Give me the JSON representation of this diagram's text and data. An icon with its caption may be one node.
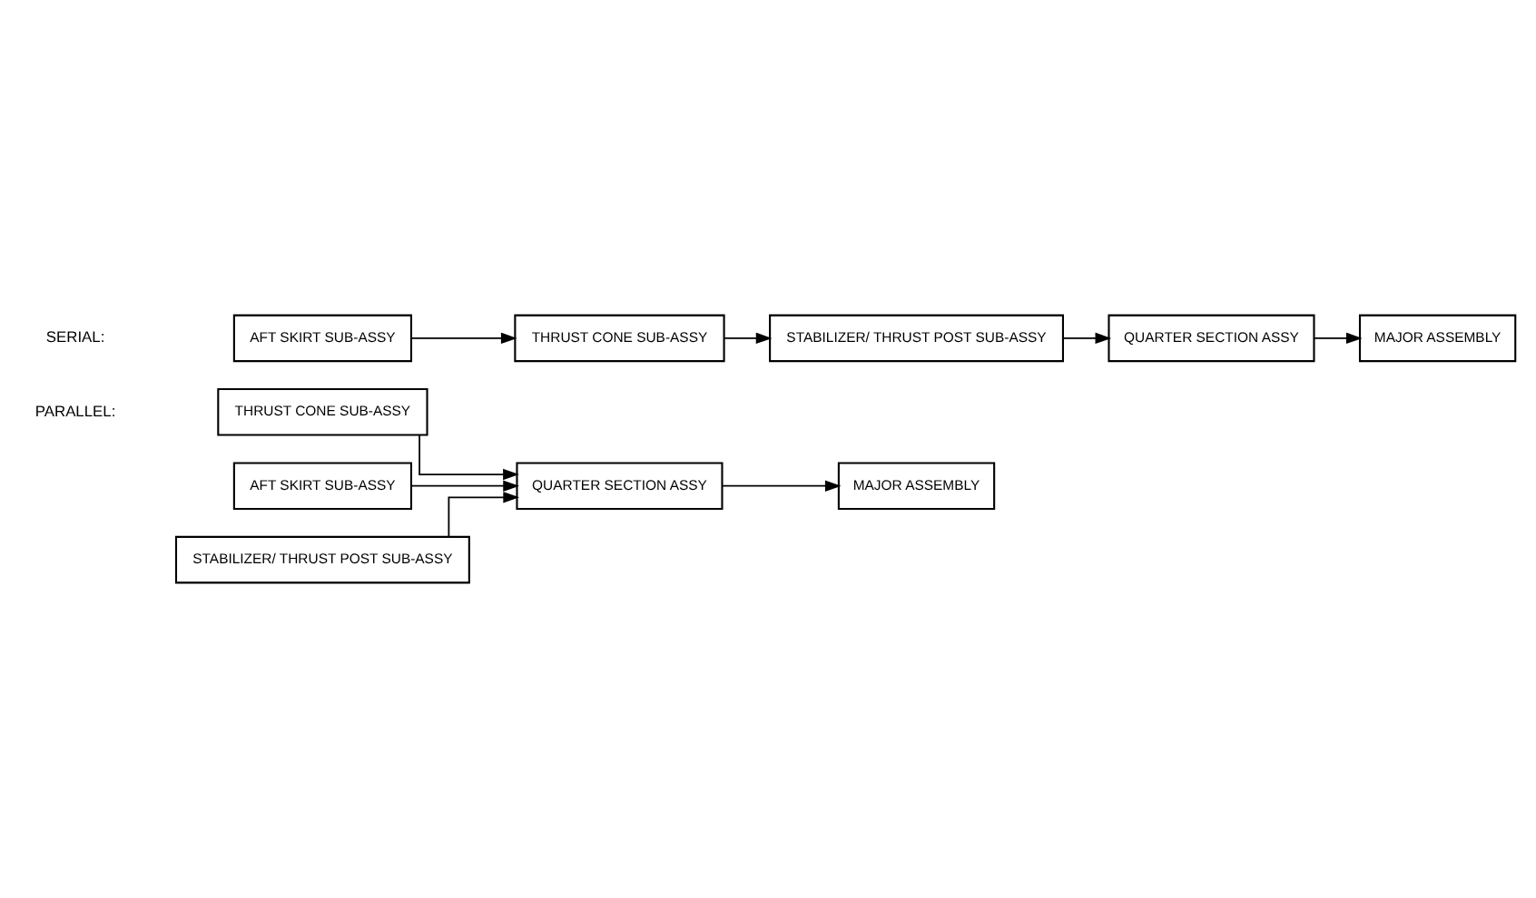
{
  "diagram": {
    "nodes": [
      {
        "text": [
          "AFT SKIRT SUB-ASSY"
        ]
      },
      {
        "text": [
          "THRUST CONE SUB-ASSY"
        ]
      },
      {
        "text": [
          "STABILIZER/ THRUST POST SUB-ASSY"
        ]
      },
      {
        "text": [
          "QUARTER SECTION ASSY"
        ]
      },
      {
        "text": [
          "MAJOR ASSEMBLY"
        ]
      },
      {
        "text": [
          "AFT SKIRT SUB-ASSY"
        ]
      },
      {
        "text": [
          "THRUST CONE SUB-ASSY"
        ]
      },
      {
        "text": [
          "STABILIZER/ THRUST POST SUB-ASSY"
        ]
      },
      {
        "text": [
          "QUARTER SECTION ASSY"
        ]
      },
      {
        "text": [
          "MAJOR ASSEMBLY"
        ]
      }
    ],
    "edges": [
      {
        "from": 0,
        "to": 1,
        "arrow": "to"
      },
      {
        "from": 1,
        "to": 2,
        "arrow": "to"
      },
      {
        "from": 2,
        "to": 3,
        "arrow": "to"
      },
      {
        "from": 3,
        "to": 4,
        "arrow": "to"
      },
      {
        "from": 5,
        "to": 8,
        "arrow": "to"
      },
      {
        "from": 6,
        "to": 8,
        "arrow": "to"
      },
      {
        "from": 7,
        "to": 8,
        "arrow": "to"
      },
      {
        "from": 8,
        "to": 9,
        "arrow": "to"
      }
    ],
    "labels": [
      "SERIAL:",
      "PARALLEL:"
    ]
  }
}
